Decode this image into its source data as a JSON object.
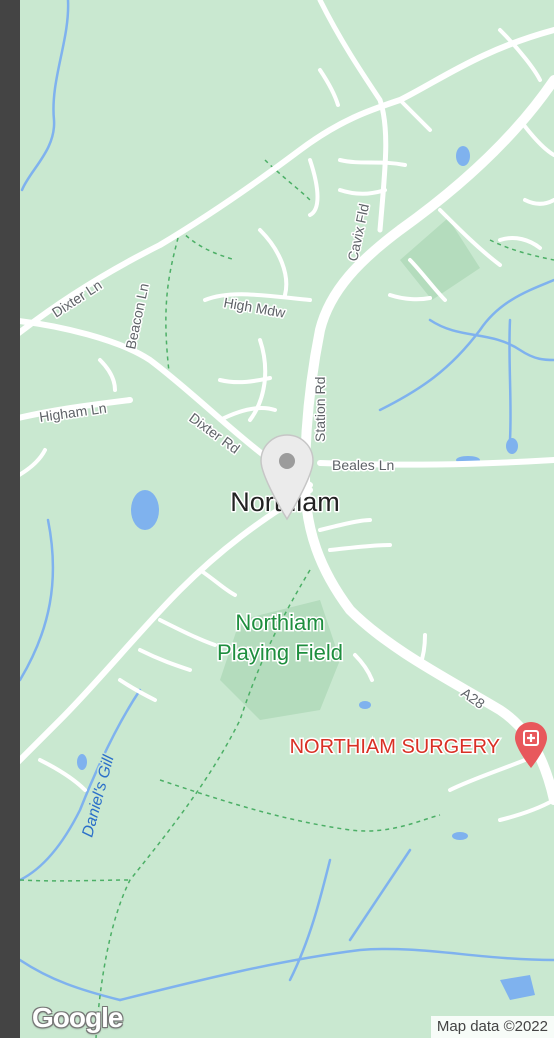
{
  "map": {
    "place_name": "Northiam",
    "park_name_line1": "Northiam",
    "park_name_line2": "Playing Field",
    "poi_name": "NORTHIAM SURGERY",
    "poi_icon": "hospital-icon",
    "pin_icon": "map-pin-icon",
    "roads": {
      "dixter_ln": "Dixter Ln",
      "beacon_ln": "Beacon Ln",
      "high_mdw": "High Mdw",
      "cavix_fld": "Cavix Fld",
      "station_rd": "Station Rd",
      "higham_ln": "Higham Ln",
      "dixter_rd": "Dixter Rd",
      "beales_ln": "Beales Ln",
      "a28": "A28"
    },
    "waterways": {
      "daniels_gill": "Daniel's Gill"
    }
  },
  "footer": {
    "logo_text": "Google",
    "attribution": "Map data ©2022"
  },
  "colors": {
    "land": "#c9e8d0",
    "park": "#b4dcbd",
    "road": "#ffffff",
    "water": "#7fb2ee",
    "sidebar": "#444444",
    "poi": "#d93025",
    "park_text": "#1e8e3e"
  }
}
